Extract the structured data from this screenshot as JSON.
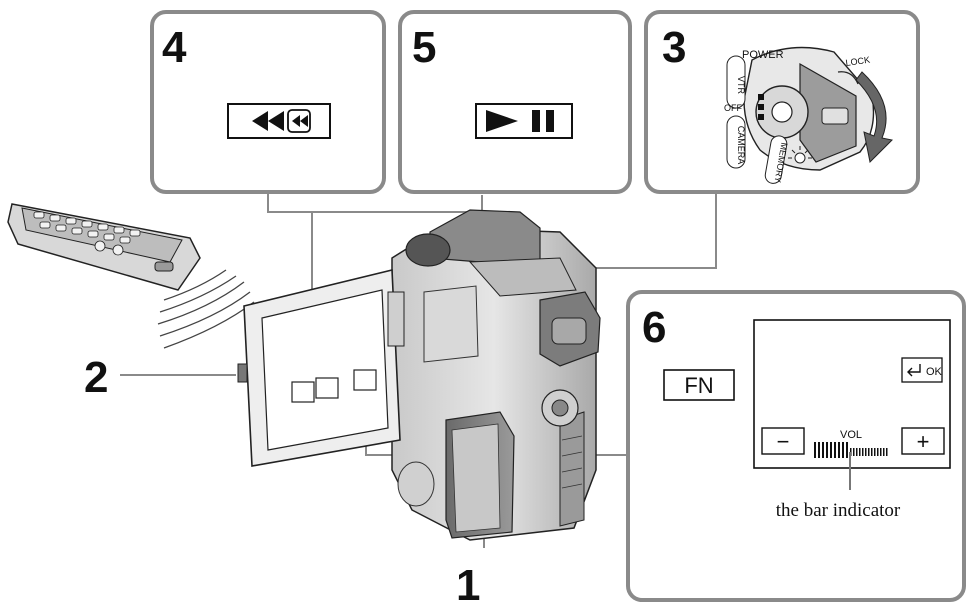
{
  "steps": {
    "s1": "1",
    "s2": "2",
    "s3": "3",
    "s4": "4",
    "s5": "5",
    "s6": "6"
  },
  "panel3": {
    "power": "POWER",
    "lock": "LOCK",
    "vtr": "VTR",
    "off": "OFF",
    "camera": "CAMERA",
    "memory": "MEMORY"
  },
  "panel6": {
    "fn": "FN",
    "ok": "OK",
    "minus": "−",
    "plus": "+",
    "vol": "VOL",
    "caption": "the bar indicator"
  }
}
